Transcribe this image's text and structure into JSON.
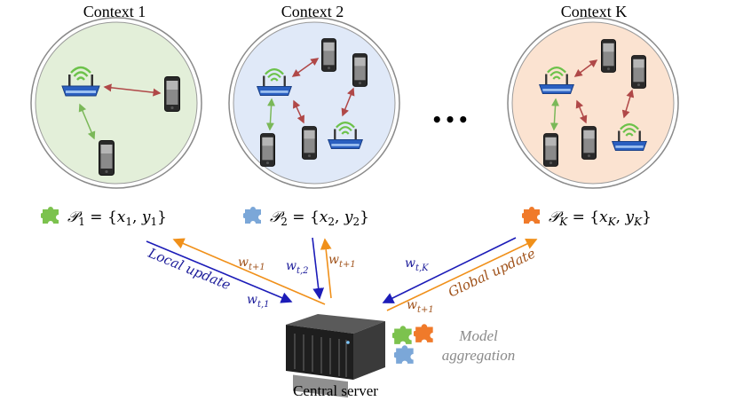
{
  "contexts": [
    {
      "title": "Context 1",
      "fill": "#e3efd9",
      "formula_sub": "1",
      "puzzle_color": "#7cc24e",
      "text": {
        "x_sub": "1",
        "y_sub": "1"
      }
    },
    {
      "title": "Context 2",
      "fill": "#e0e9f8",
      "formula_sub": "2",
      "puzzle_color": "#7ba7d8",
      "text": {
        "x_sub": "2",
        "y_sub": "2"
      }
    },
    {
      "title": "Context K",
      "fill": "#fbe3d1",
      "formula_sub": "K",
      "puzzle_color": "#f07a2a",
      "text": {
        "x_sub": "K",
        "y_sub": "K"
      }
    }
  ],
  "ellipsis": "•••",
  "labels": {
    "local_update": "Local update",
    "global_update": "Global update",
    "w_t1": "t,1",
    "w_t2": "t,2",
    "w_tK": "t,K",
    "w_next": "t+1",
    "w": "w"
  },
  "server": {
    "caption": "Central server",
    "aggregation_line1": "Model",
    "aggregation_line2": "aggregation"
  },
  "colors": {
    "upload_arrow": "#1c1cb8",
    "download_arrow": "#f0901a",
    "local_text": "#1c1c9a",
    "global_text": "#a0521a",
    "red_link": "#b04848",
    "green_link": "#7ab858"
  }
}
